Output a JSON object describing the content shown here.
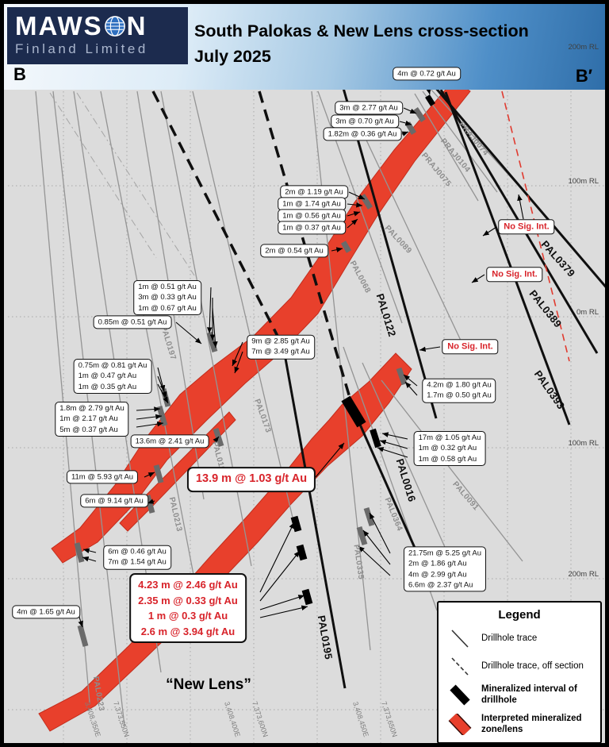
{
  "header": {
    "logo_pre": "MAWS",
    "logo_post": "N",
    "logo_sub": "Finland Limited",
    "title_line1": "South Palokas & New Lens cross-section",
    "title_line2": "July 2025",
    "section_left": "B",
    "section_right": "B′"
  },
  "elevations": [
    "200m RL",
    "100m RL",
    "0m RL",
    "100m RL",
    "200m RL"
  ],
  "coords": [
    "3,408,350E",
    "7,373,550N",
    "3,408,400E",
    "7,373,600N",
    "3,408,450E",
    "7,373,650N"
  ],
  "holes": {
    "gray": [
      "PRAJ0074",
      "PRAJ0104",
      "PRAJ0075",
      "PAL0089",
      "PAL0068",
      "PAL0197",
      "PAL0196",
      "PAL0173",
      "PAL0213",
      "PAL0223",
      "PAL0335",
      "PAL0364",
      "PAL0091"
    ],
    "bold": [
      "PAL0379",
      "PAL0389",
      "PAL0393",
      "PAL0122",
      "PAL0016",
      "PAL0195"
    ]
  },
  "callouts": [
    {
      "lines": [
        "4m @ 0.72 g/t Au"
      ]
    },
    {
      "lines": [
        "3m @ 2.77 g/t Au"
      ]
    },
    {
      "lines": [
        "3m @ 0.70 g/t Au"
      ]
    },
    {
      "lines": [
        "1.82m @ 0.36 g/t Au"
      ]
    },
    {
      "lines": [
        "2m @ 1.19 g/t Au"
      ]
    },
    {
      "lines": [
        "1m @ 1.74 g/t Au"
      ]
    },
    {
      "lines": [
        "1m @ 0.56 g/t Au"
      ]
    },
    {
      "lines": [
        "1m @ 0.37 g/t Au"
      ]
    },
    {
      "lines": [
        "2m @ 0.54 g/t Au"
      ]
    },
    {
      "lines": [
        "1m @ 0.51 g/t Au",
        "3m @ 0.33 g/t Au",
        "1m @ 0.67 g/t Au"
      ]
    },
    {
      "lines": [
        "0.85m @ 0.51 g/t Au"
      ]
    },
    {
      "lines": [
        "9m @ 2.85 g/t Au",
        "7m @ 3.49 g/t Au"
      ]
    },
    {
      "lines": [
        "0.75m @ 0.81 g/t Au",
        "1m @ 0.47 g/t Au",
        "1m @ 0.35 g/t Au"
      ]
    },
    {
      "lines": [
        "1.8m @ 2.79 g/t Au",
        "1m @ 2.17 g/t Au",
        "5m @ 0.37 g/t Au"
      ]
    },
    {
      "lines": [
        "13.6m @ 2.41 g/t Au"
      ]
    },
    {
      "lines": [
        "4.2m @ 1.80 g/t Au",
        "1.7m @ 0.50 g/t Au"
      ]
    },
    {
      "lines": [
        "17m @ 1.05 g/t Au",
        "1m @ 0.32 g/t Au",
        "1m @ 0.58 g/t Au"
      ]
    },
    {
      "lines": [
        "11m @ 5.93 g/t Au"
      ]
    },
    {
      "lines": [
        "6m @ 9.14 g/t Au"
      ]
    },
    {
      "lines": [
        "6m @ 0.46 g/t Au",
        "7m @ 1.54 g/t Au"
      ]
    },
    {
      "lines": [
        "21.75m @ 5.25 g/t Au",
        "2m @ 1.86 g/t Au",
        "4m @ 2.99 g/t Au",
        "6.6m @ 2.37 g/t Au"
      ]
    },
    {
      "lines": [
        "4m @ 1.65 g/t Au"
      ]
    }
  ],
  "red_callouts": [
    {
      "lines": [
        "13.9 m @ 1.03 g/t Au"
      ]
    },
    {
      "lines": [
        "4.23 m @ 2.46 g/t Au",
        "2.35 m @ 0.33 g/t Au",
        "1 m @ 0.3 g/t Au",
        "2.6 m @ 3.94 g/t Au"
      ]
    }
  ],
  "no_sig_label": "No Sig. Int.",
  "new_lens": "“New Lens”",
  "colors": {
    "zone_red": "#e8402c",
    "accent_red_text": "#d8232a",
    "header_navy": "#1c2b4e"
  },
  "legend": {
    "title": "Legend",
    "items": [
      {
        "label": "Drillhole trace"
      },
      {
        "label": "Drillhole trace, off section"
      },
      {
        "label": "Mineralized interval of drillhole"
      },
      {
        "label": "Interpreted mineralized zone/lens"
      }
    ]
  }
}
